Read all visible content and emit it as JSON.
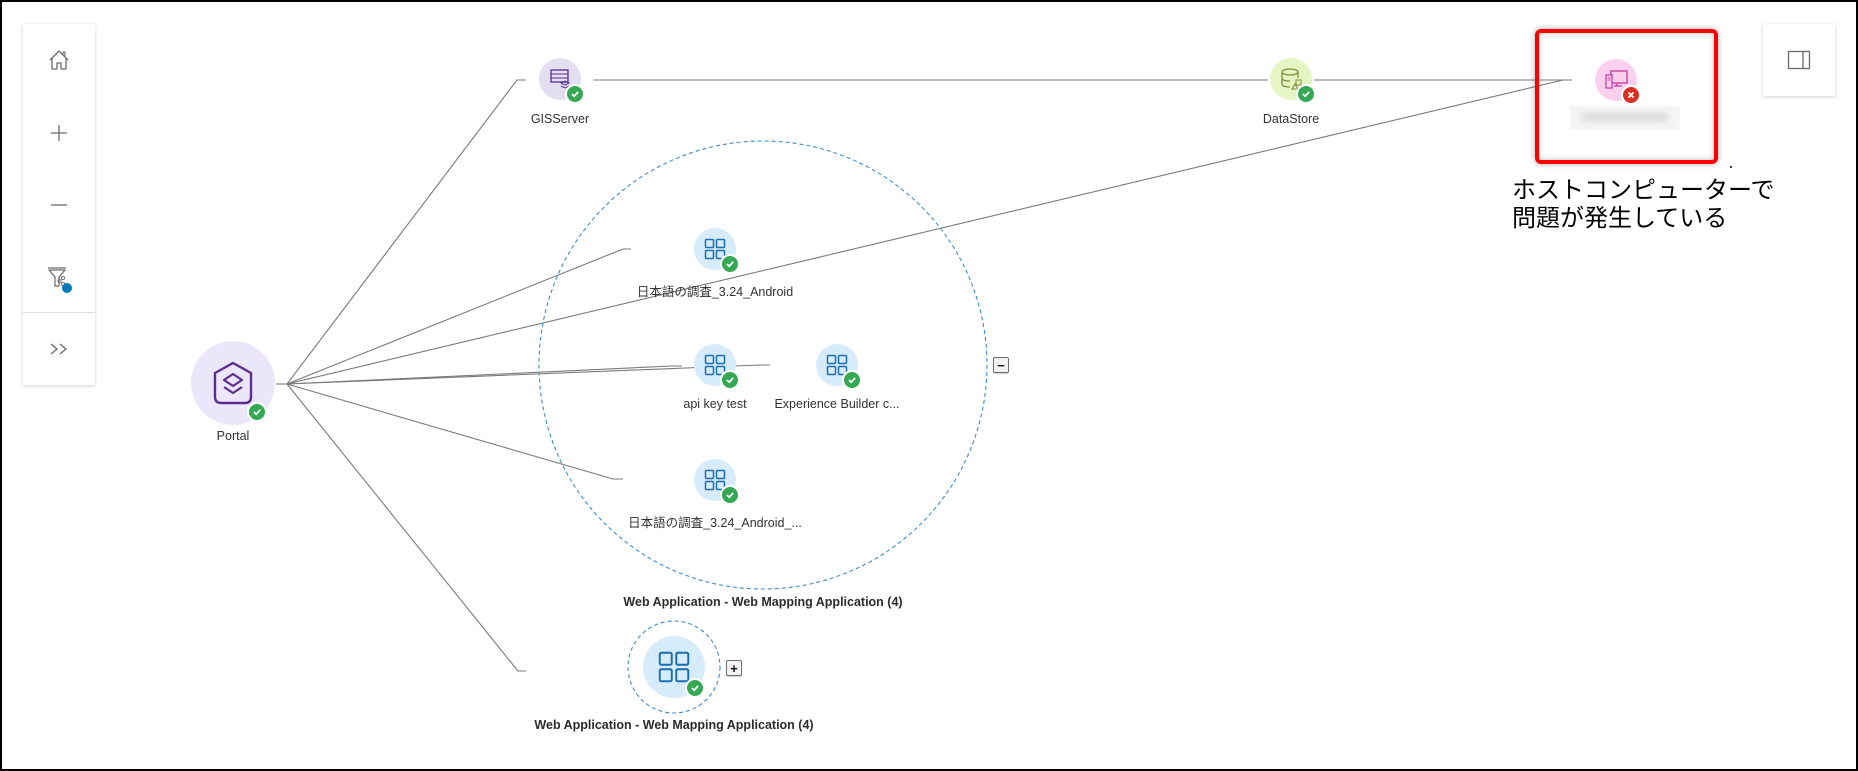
{
  "toolbar": {
    "home": {
      "icon": "home-icon",
      "tooltip": "Home"
    },
    "zoom_in": {
      "icon": "plus-icon"
    },
    "zoom_out": {
      "icon": "minus-icon"
    },
    "filter": {
      "icon": "filter-icon",
      "indicator_color": "#0079c1"
    },
    "expand": {
      "icon": "chevrons-right-icon",
      "glyph": ">>"
    }
  },
  "panel_toggle": {
    "icon": "side-panel-icon"
  },
  "graph": {
    "nodes": {
      "portal": {
        "label": "Portal",
        "status": "ok",
        "type": "portal",
        "color": "#ece6fb",
        "icon_color": "#5a2d91"
      },
      "gisserver": {
        "label": "GISServer",
        "status": "ok",
        "type": "server",
        "color": "#e3dff0"
      },
      "datastore": {
        "label": "DataStore",
        "status": "ok",
        "type": "datastore",
        "color": "#e5f5c4"
      },
      "host": {
        "label": "(blurred)",
        "status": "error",
        "type": "host-computer",
        "color": "#fad0ee"
      },
      "apps": [
        {
          "label": "日本語の調査_3.24_Android",
          "status": "ok"
        },
        {
          "label": "api key test",
          "status": "ok"
        },
        {
          "label": "Experience Builder c...",
          "status": "ok"
        },
        {
          "label": "日本語の調査_3.24_Android_...",
          "status": "ok"
        }
      ]
    },
    "clusters": [
      {
        "label": "Web Application - Web Mapping Application (4)",
        "expanded": true,
        "toggle": "−"
      },
      {
        "label": "Web Application - Web Mapping Application (4)",
        "expanded": false,
        "toggle": "+"
      }
    ],
    "colors": {
      "edge": "#7a7a7a",
      "cluster_dash": "#3d8ccc",
      "app_fill": "#d6ecfb",
      "app_icon": "#1c6fae",
      "ok": "#35a853",
      "error": "#d83020"
    }
  },
  "annotation": {
    "text": "ホストコンピューターで\n問題が発生している",
    "box_color": "#ff0000"
  }
}
